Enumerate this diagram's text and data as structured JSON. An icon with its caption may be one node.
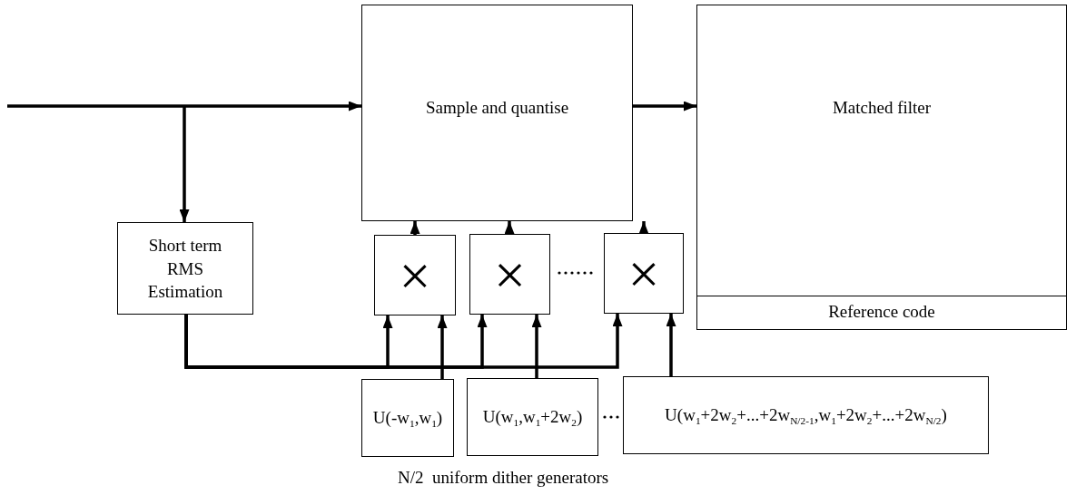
{
  "diagram": {
    "nodes": [
      {
        "text": [
          "Sample and quantise"
        ]
      },
      {
        "text": [
          "Matched filter"
        ]
      },
      {
        "text": [
          "Reference code"
        ],
        "in": 1
      },
      {
        "text": [
          "Short term RMS Estimation"
        ]
      },
      {
        "text": [
          "×"
        ]
      },
      {
        "text": [
          "×"
        ]
      },
      {
        "text": [
          "×"
        ]
      },
      {
        "text": [
          "U(-w$_{1}$,w$_{1}$)"
        ]
      },
      {
        "text": [
          "U(w$_{1}$,w$_{1}$+2w$_{2}$)"
        ]
      },
      {
        "text": [
          "U(w$_{1}$+2w$_{2}$+...+2w$_{N/2-1}$,w$_{1}$+2w$_{2}$+...+2w$_{N/2}$)"
        ]
      }
    ],
    "edges": [
      {
        "from": null,
        "to": 0,
        "arrow": "to"
      },
      {
        "from": null,
        "to": 3,
        "arrow": "to"
      },
      {
        "from": 0,
        "to": 1,
        "arrow": "to"
      },
      {
        "from": 3,
        "to": 4,
        "arrow": "to"
      },
      {
        "from": 3,
        "to": 5,
        "arrow": "to"
      },
      {
        "from": 3,
        "to": 6,
        "arrow": "to"
      },
      {
        "from": 7,
        "to": 4,
        "arrow": "to"
      },
      {
        "from": 8,
        "to": 5,
        "arrow": "to"
      },
      {
        "from": 9,
        "to": 6,
        "arrow": "to"
      },
      {
        "from": 4,
        "to": 0,
        "arrow": "to"
      },
      {
        "from": 5,
        "to": 0,
        "arrow": "to"
      },
      {
        "from": 6,
        "to": 0,
        "arrow": "to"
      }
    ],
    "labels": [
      "N/2  uniform dither generators"
    ]
  }
}
